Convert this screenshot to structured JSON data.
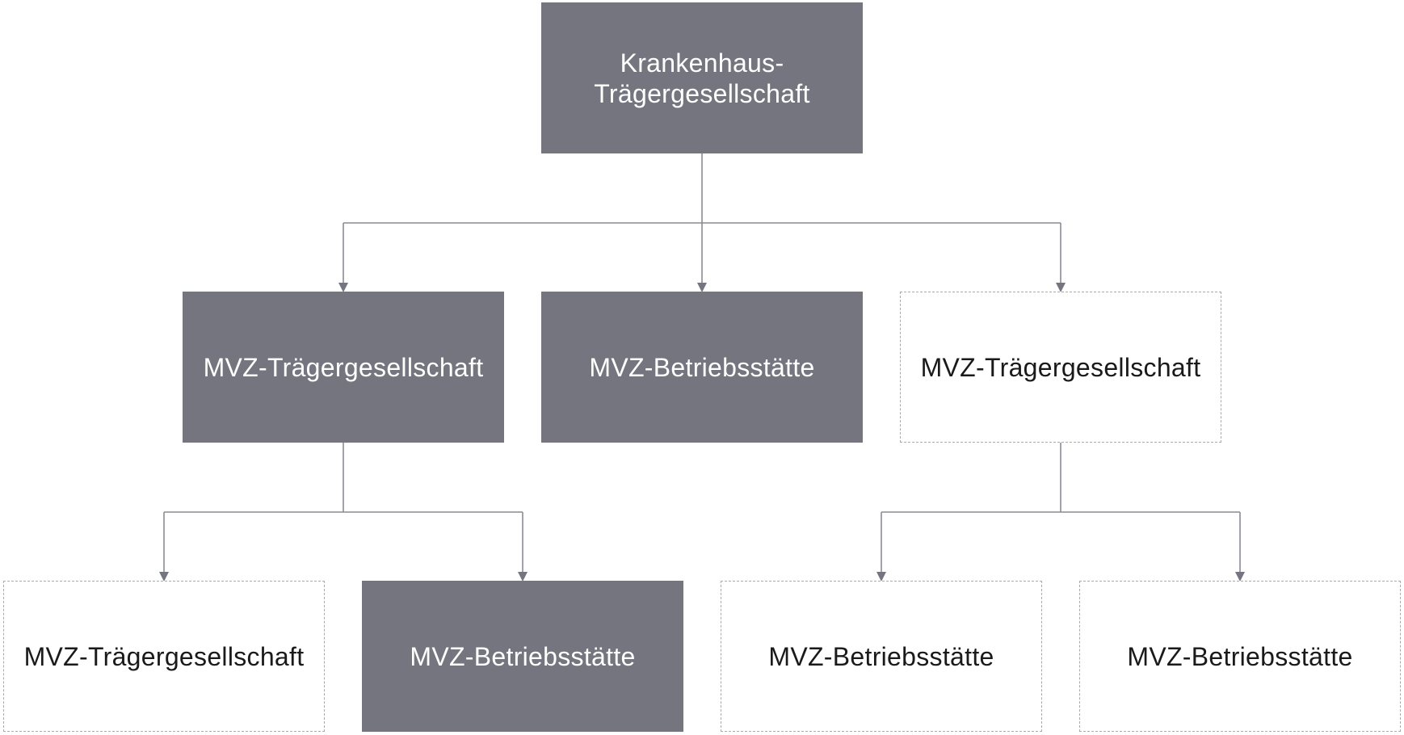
{
  "diagram": {
    "root": {
      "label": "Krankenhaus-\nTrägergesellschaft",
      "style": "filled"
    },
    "level1": [
      {
        "label": "MVZ-Trägergesellschaft",
        "style": "filled"
      },
      {
        "label": "MVZ-Betriebsstätte",
        "style": "filled"
      },
      {
        "label": "MVZ-Trägergesellschaft",
        "style": "outline"
      }
    ],
    "level2": [
      {
        "label": "MVZ-Trägergesellschaft",
        "style": "outline",
        "parent": "level1.0"
      },
      {
        "label": "MVZ-Betriebsstätte",
        "style": "filled",
        "parent": "level1.0"
      },
      {
        "label": "MVZ-Betriebsstätte",
        "style": "outline",
        "parent": "level1.2"
      },
      {
        "label": "MVZ-Betriebsstätte",
        "style": "outline",
        "parent": "level1.2"
      }
    ],
    "colors": {
      "filled_box": "#75757f",
      "filled_text": "#ffffff",
      "outline_border": "#a9a9b0",
      "outline_text": "#1a1a1a",
      "connector": "#8a8a92"
    }
  }
}
